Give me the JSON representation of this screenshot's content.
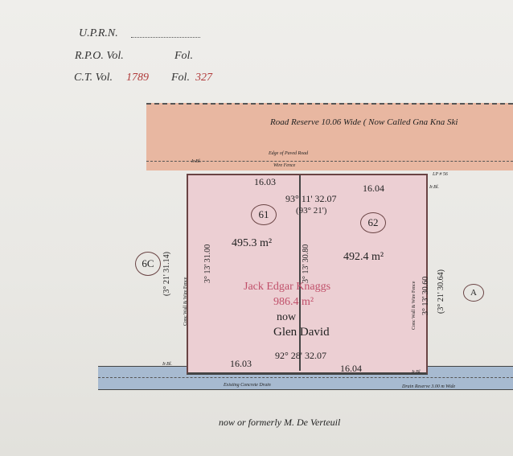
{
  "header": {
    "uprn_label": "U.P.R.N.",
    "rpo_vol_label": "R.P.O. Vol.",
    "rpo_fol_label": "Fol.",
    "ct_vol_label": "C.T. Vol.",
    "ct_vol_value": "1789",
    "ct_fol_label": "Fol.",
    "ct_fol_value": "327"
  },
  "road": {
    "label": "Road Reserve 10.06 Wide ( Now Called Gna Kna Ski",
    "edge_label": "Edge of Paved Road",
    "fence_label": "Wire Fence",
    "lp_label": "LP # 56",
    "ir_label_left": "Ir.Bl.",
    "ir_label_right": "Ir.Bl."
  },
  "lots": {
    "lot1_id": "61",
    "lot2_id": "62",
    "lot1_area": "495.3 m²",
    "lot2_area": "492.4 m²",
    "top_left_dim": "16.03",
    "top_right_dim": "16.04",
    "top_bearing": "93° 11' 32.07",
    "top_bearing_alt": "(93° 21')",
    "bottom_left_dim": "16.03",
    "bottom_right_dim": "16.04",
    "bottom_bearing": "92° 28' 32.07",
    "center_bearing": "3° 13' 30.80",
    "left_bearing": "3° 13' 31.00",
    "right_bearing": "3° 13' 30.60",
    "left_outer_bearing": "(3° 21' 31.14)",
    "right_outer_bearing": "(3° 21' 30.64)",
    "left_fence": "Conc Wall & Wire Fence",
    "right_fence": "Conc Wall & Wire Fence",
    "bottom_ir_left": "Ir.Bl.",
    "bottom_ir_right": "Ir.Bl."
  },
  "owner": {
    "name": "Jack Edgar Knaggs",
    "area": "986.4 m²",
    "now_label": "now",
    "new_name": "Glen David"
  },
  "neighbours": {
    "left_id": "6C",
    "right_id": "A"
  },
  "drain": {
    "left_label": "Existing Concrete Drain",
    "right_label": "Drain Reserve 3.00 m Wide"
  },
  "footer": {
    "note": "now or formerly M. De Verteuil"
  }
}
